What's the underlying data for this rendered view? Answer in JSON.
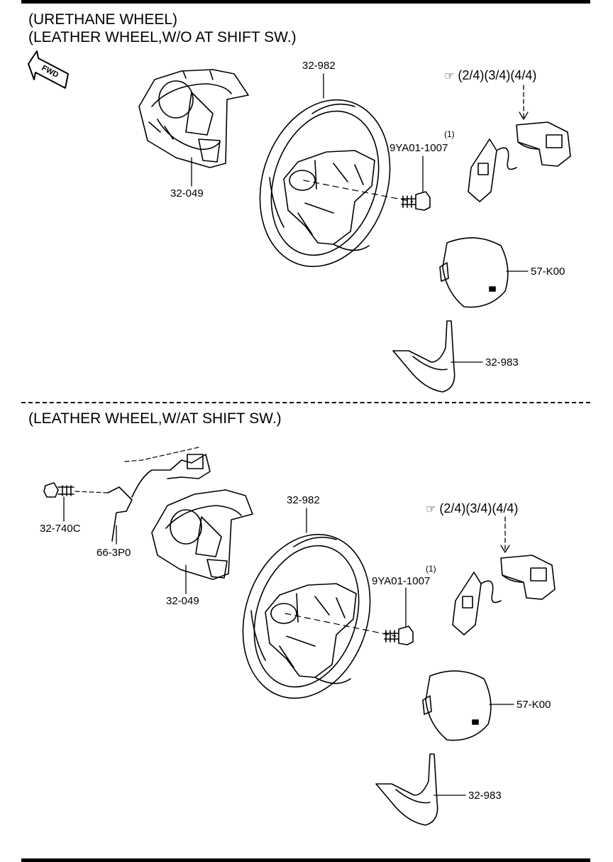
{
  "sections": [
    {
      "headings": [
        "(URETHANE WHEEL)",
        "(LEATHER WHEEL,W/O AT SHIFT SW.)"
      ],
      "fwd": "FWD",
      "labels": {
        "cover": "32-049",
        "wheel": "32-982",
        "bolt_part": "9YA01-1007",
        "bolt_qty": "(1)",
        "switch_ref": "(2/4)(3/4)(4/4)",
        "rear_cover": "57-K00",
        "garnish": "32-983"
      }
    },
    {
      "headings": [
        "(LEATHER WHEEL,W/AT SHIFT SW.)"
      ],
      "labels": {
        "screw": "32-740C",
        "shift_sw": "66-3P0",
        "cover": "32-049",
        "wheel": "32-982",
        "bolt_part": "9YA01-1007",
        "bolt_qty": "(1)",
        "switch_ref": "(2/4)(3/4)(4/4)",
        "rear_cover": "57-K00",
        "garnish": "32-983"
      }
    }
  ],
  "icons": {
    "ref_pointer": "pointing-hand-icon",
    "fwd_arrow": "fwd-arrow-icon"
  }
}
